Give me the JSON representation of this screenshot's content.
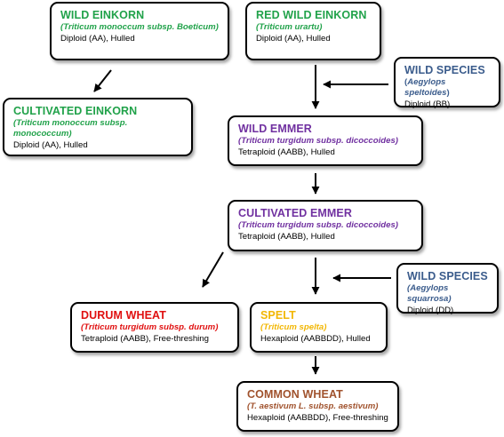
{
  "colors": {
    "green": "#21a24a",
    "purple": "#7030a0",
    "blue": "#3b5c8c",
    "red": "#e01010",
    "yellow": "#f2b705",
    "brown": "#a0522d"
  },
  "nodes": {
    "wild_einkorn": {
      "title": "WILD EINKORN",
      "sci": "(Triticum monoccum subsp. Boeticum)",
      "desc": "Diploid (AA), Hulled"
    },
    "red_wild_einkorn": {
      "title": "RED WILD EINKORN",
      "sci": "(Triticum urartu)",
      "desc": "Diploid (AA), Hulled"
    },
    "wild_species_1": {
      "title": "WILD SPECIES",
      "sci_prefix": "(",
      "sci": "Aegylops speltoides",
      "sci_suffix": ")",
      "desc": "Diploid (BB)"
    },
    "cultivated_einkorn": {
      "title": "CULTIVATED EINKORN",
      "sci": "(Triticum monoccum subsp. monococcum)",
      "desc": "Diploid (AA), Hulled"
    },
    "wild_emmer": {
      "title": "WILD EMMER",
      "sci": "(Triticum turgidum subsp. dicoccoides)",
      "desc": "Tetraploid (AABB), Hulled"
    },
    "cultivated_emmer": {
      "title": "CULTIVATED EMMER",
      "sci": "(Triticum turgidum subsp. dicoccoides)",
      "desc": "Tetraploid (AABB), Hulled"
    },
    "wild_species_2": {
      "title": "WILD SPECIES",
      "sci": "(Aegylops squarrosa)",
      "desc": "Diploid (DD)"
    },
    "durum_wheat": {
      "title": "DURUM WHEAT",
      "sci": "(Triticum turgidum subsp. durum)",
      "desc": "Tetraploid (AABB), Free-threshing"
    },
    "spelt": {
      "title": "SPELT",
      "sci": "(Triticum spelta)",
      "desc": "Hexaploid (AABBDD), Hulled"
    },
    "common_wheat": {
      "title": "COMMON WHEAT",
      "sci": "(T. aestivum L. subsp. aestivum)",
      "desc": "Hexaploid (AABBDD), Free-threshing"
    }
  },
  "edges": [
    {
      "from": "wild_einkorn",
      "to": "cultivated_einkorn"
    },
    {
      "from": "red_wild_einkorn",
      "to": "wild_emmer"
    },
    {
      "from": "wild_species_1",
      "to": "wild_emmer"
    },
    {
      "from": "wild_emmer",
      "to": "cultivated_emmer"
    },
    {
      "from": "cultivated_emmer",
      "to": "durum_wheat"
    },
    {
      "from": "cultivated_emmer",
      "to": "spelt"
    },
    {
      "from": "wild_species_2",
      "to": "spelt"
    },
    {
      "from": "spelt",
      "to": "common_wheat"
    }
  ]
}
